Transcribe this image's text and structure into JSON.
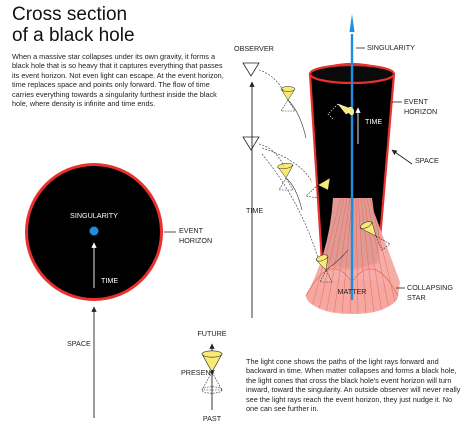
{
  "title_line1": "Cross section",
  "title_line2": "of a black hole",
  "intro": "When a massive star collapses under its own gravity, it forms a black hole that is so heavy that it captures everything that passes its event horizon. Not even light can escape. At the event horizon, time replaces space and points only forward. The flow of time carries everything towards a singularity furthest inside the black hole, where density is infinite and time ends.",
  "note": "The light cone shows the paths of the light rays forward and backward in time. When matter collapses and forms a black hole, the light cones that cross the black hole's event horizon will turn inward, toward the singularity. An outside observer will never really see the light rays reach the event horizon, they just nudge it. No one can see further in.",
  "circle_diagram": {
    "singularity": "SINGULARITY",
    "time": "TIME",
    "space": "SPACE",
    "event_line1": "EVENT",
    "event_line2": "HORIZON"
  },
  "spacetime_diagram": {
    "observer": "OBSERVER",
    "singularity": "SINGULARITY",
    "event_line1": "EVENT",
    "event_line2": "HORIZON",
    "time_inside": "TIME",
    "space": "SPACE",
    "time_axis": "TIME",
    "matter": "MATTER",
    "collapsing_line1": "COLLAPSING",
    "collapsing_line2": "STAR"
  },
  "legend": {
    "future": "FUTURE",
    "present": "PRESENT",
    "past": "PAST"
  },
  "colors": {
    "black_hole": "#000000",
    "event_horizon": "#e8302d",
    "singularity": "#1e8fe0",
    "collapsing_star": "#f4a79f",
    "light_cone": "#f8ea75"
  }
}
